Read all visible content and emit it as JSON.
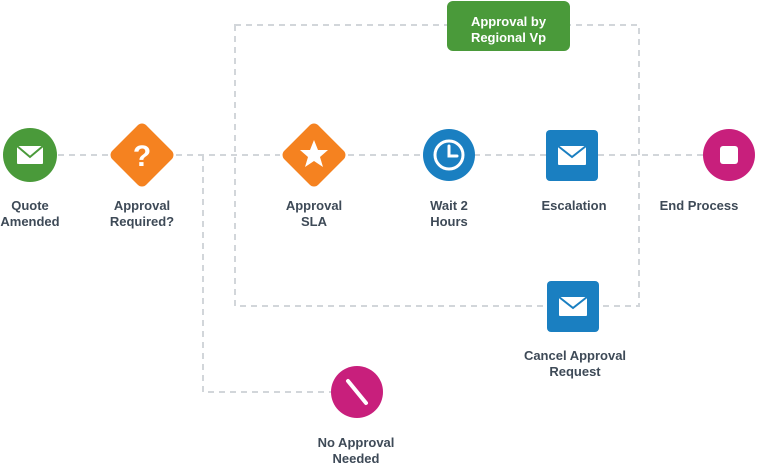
{
  "colors": {
    "connector": "#d2d6da",
    "green": "#4a9a3a",
    "orange": "#f58220",
    "blue": "#1a7fc1",
    "magenta": "#c81f7c",
    "label_text": "#3e4a57"
  },
  "badge": {
    "label": "Approval by\nRegional Vp"
  },
  "nodes": [
    {
      "id": "quote-amended",
      "label": "Quote\nAmended",
      "shape": "circle",
      "color": "green",
      "icon": "envelope-icon"
    },
    {
      "id": "approval-required",
      "label": "Approval\nRequired?",
      "shape": "diamond",
      "color": "orange",
      "icon": "question-icon"
    },
    {
      "id": "approval-sla",
      "label": "Approval\nSLA",
      "shape": "diamond",
      "color": "orange",
      "icon": "star-icon"
    },
    {
      "id": "wait-2-hours",
      "label": "Wait 2\nHours",
      "shape": "circle",
      "color": "blue",
      "icon": "clock-icon"
    },
    {
      "id": "escalation",
      "label": "Escalation",
      "shape": "rounded-square",
      "color": "blue",
      "icon": "envelope-icon"
    },
    {
      "id": "end-process",
      "label": "End Process",
      "shape": "circle",
      "color": "magenta",
      "icon": "stop-icon"
    },
    {
      "id": "cancel-approval",
      "label": "Cancel Approval\nRequest",
      "shape": "rounded-square",
      "color": "blue",
      "icon": "envelope-icon"
    },
    {
      "id": "no-approval",
      "label": "No Approval\nNeeded",
      "shape": "circle",
      "color": "magenta",
      "icon": "slash-icon"
    }
  ]
}
